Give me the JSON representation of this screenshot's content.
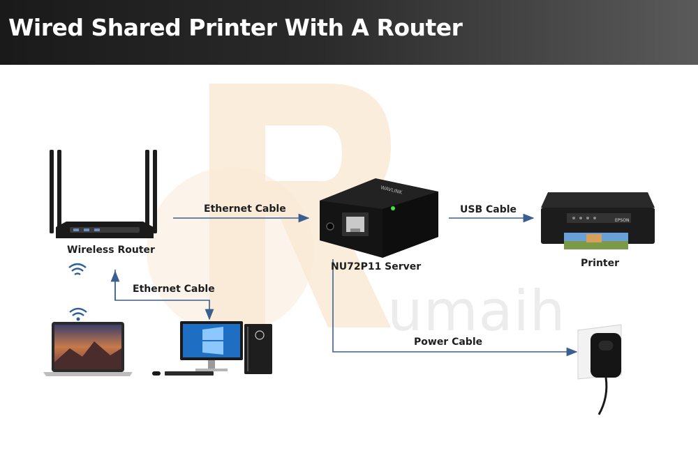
{
  "title": "Wired Shared Printer With A Router",
  "watermark": "umaih",
  "device_brand": "WAVLINK",
  "printer_brand": "EPSON",
  "colors": {
    "header_start": "#1a1a1a",
    "header_end": "#5a5a5a",
    "arrow": "#3a5f8f",
    "watermark": "#f7e3c8"
  },
  "nodes": {
    "router": "Wireless Router",
    "server": "NU72P11 Server",
    "printer": "Printer"
  },
  "edges": {
    "router_server": "Ethernet Cable",
    "server_printer": "USB Cable",
    "router_pc": "Ethernet Cable",
    "server_power": "Power Cable"
  },
  "icons": [
    "wifi-icon",
    "wifi-icon"
  ]
}
